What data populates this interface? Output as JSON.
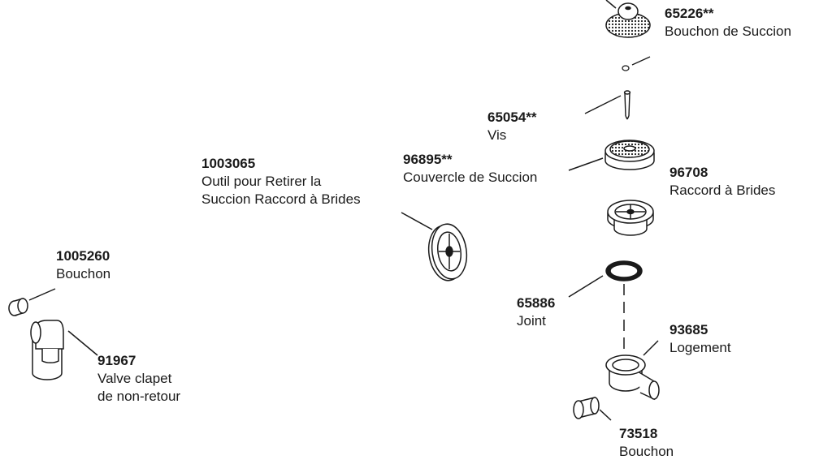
{
  "parts": {
    "strainer_cap": {
      "number": "65226**",
      "name": "Bouchon de Succion"
    },
    "screw": {
      "number": "65054**",
      "name": "Vis"
    },
    "suction_cover": {
      "number": "96895**",
      "name": "Couvercle de Succion"
    },
    "flange_fitting": {
      "number": "96708",
      "name": "Raccord à Brides"
    },
    "removal_tool": {
      "number": "1003065",
      "name_line1": "Outil pour Retirer la",
      "name_line2": "Succion Raccord à Brides"
    },
    "plug_small": {
      "number": "1005260",
      "name": "Bouchon"
    },
    "gasket": {
      "number": "65886",
      "name": "Joint"
    },
    "housing": {
      "number": "93685",
      "name": "Logement"
    },
    "check_valve": {
      "number": "91967",
      "name_line1": "Valve clapet",
      "name_line2": "de non-retour"
    },
    "plug_end": {
      "number": "73518",
      "name": "Bouchon"
    }
  }
}
